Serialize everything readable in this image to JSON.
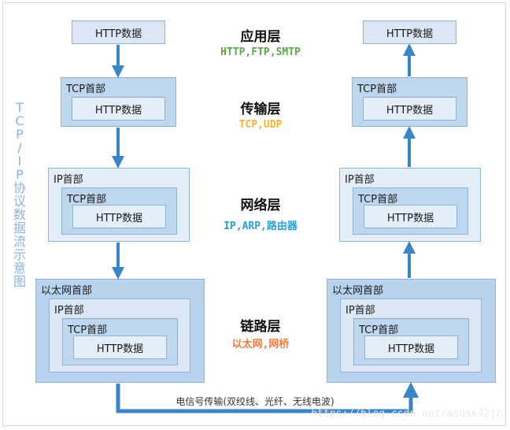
{
  "side_title": "TCP/IP协议数据流示意图",
  "headers": {
    "http": "HTTP数据",
    "tcp": "TCP首部",
    "ip": "IP首部",
    "eth": "以太网首部"
  },
  "layers": [
    {
      "name": "应用层",
      "protocols": "HTTP,FTP,SMTP",
      "color": "#5aa84a"
    },
    {
      "name": "传输层",
      "protocols": "TCP,UDP",
      "color": "#f2b52b"
    },
    {
      "name": "网络层",
      "protocols": "IP,ARP,路由器",
      "color": "#2a9fd6"
    },
    {
      "name": "链路层",
      "protocols": "以太网,网桥",
      "color": "#f07b3f"
    }
  ],
  "bottom_caption": "电信号传输(双绞线、光纤、无线电波)",
  "watermark": "https://blog.csdn.net/asusk42jc",
  "arrow_color": "#3b85c6"
}
